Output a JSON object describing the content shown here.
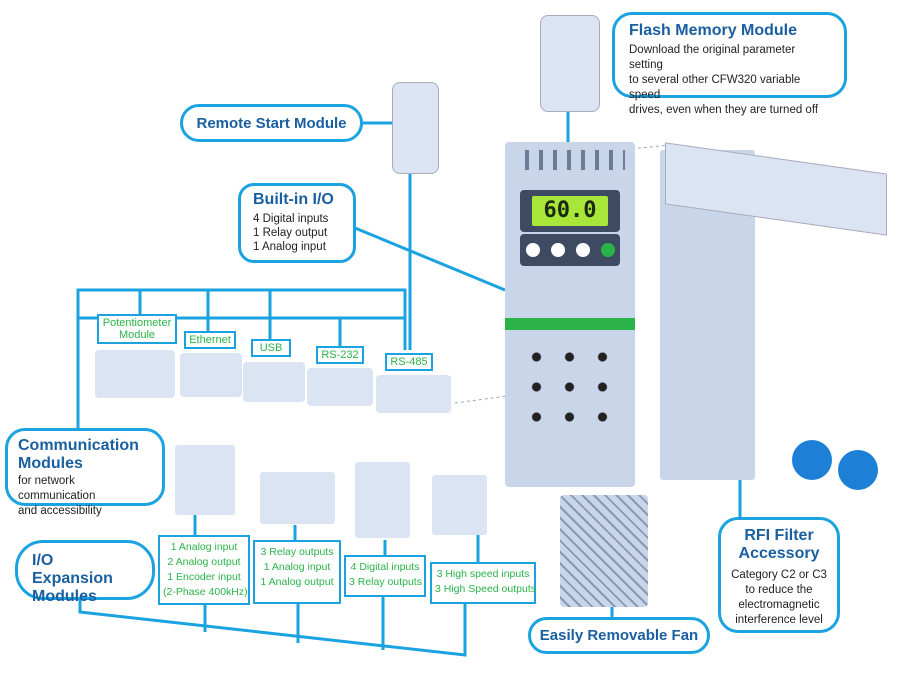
{
  "callouts": {
    "flash": {
      "title": "Flash Memory Module",
      "desc": [
        "Download the original parameter setting",
        "to several other CFW320 variable speed",
        "drives, even when they are turned off"
      ]
    },
    "remote": {
      "title": "Remote Start Module"
    },
    "builtin": {
      "title": "Built-in I/O",
      "desc": [
        "4 Digital inputs",
        "1 Relay output",
        "1 Analog input"
      ]
    },
    "comm": {
      "title_line1": "Communication",
      "title_line2": "Modules",
      "desc": [
        "for network communication",
        "and accessibility"
      ]
    },
    "ioexp": {
      "title_line1": "I/O Expansion",
      "title_line2": "Modules"
    },
    "rfi": {
      "title_line1": "RFI Filter",
      "title_line2": "Accessory",
      "desc": [
        "Category C2 or C3",
        "to reduce the",
        "electromagnetic",
        "interference level"
      ]
    },
    "fan": {
      "title": "Easily Removable Fan"
    }
  },
  "comm_modules": {
    "potentiometer": [
      "Potentiometer",
      "Module"
    ],
    "ethernet": "Ethernet",
    "usb": "USB",
    "rs232": "RS-232",
    "rs485": "RS-485"
  },
  "io_specs": [
    [
      "1 Analog input",
      "2 Analog output",
      "1 Encoder input",
      "(2-Phase 400kHz)"
    ],
    [
      "3 Relay outputs",
      "1 Analog input",
      "1 Analog output"
    ],
    [
      "4 Digital inputs",
      "3 Relay outputs"
    ],
    [
      "3 High speed inputs",
      "3 High Speed outputs"
    ]
  ],
  "display": {
    "value": "60.0"
  },
  "colors": {
    "accent": "#1aa3e0",
    "title": "#1a5fa0",
    "green_text": "#2bb34a",
    "device": "#c9d6ea"
  }
}
